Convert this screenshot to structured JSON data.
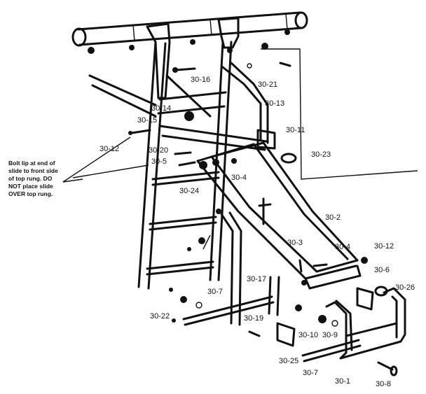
{
  "note": {
    "lines": [
      "Bolt lip at end of",
      "slide to front side",
      "of top rung. DO",
      "NOT place slide",
      "OVER top rung."
    ]
  },
  "part_labels": [
    "30-16",
    "30-21",
    "30-13",
    "30-14",
    "30-15",
    "30-11",
    "30-12",
    "30-20",
    "30-5",
    "30-23",
    "30-4",
    "30-24",
    "30-2",
    "30-3",
    "30-4",
    "30-12",
    "30-6",
    "30-17",
    "30-26",
    "30-7",
    "30-22",
    "30-19",
    "30-10",
    "30-9",
    "30-25",
    "30-7",
    "30-1",
    "30-8"
  ]
}
